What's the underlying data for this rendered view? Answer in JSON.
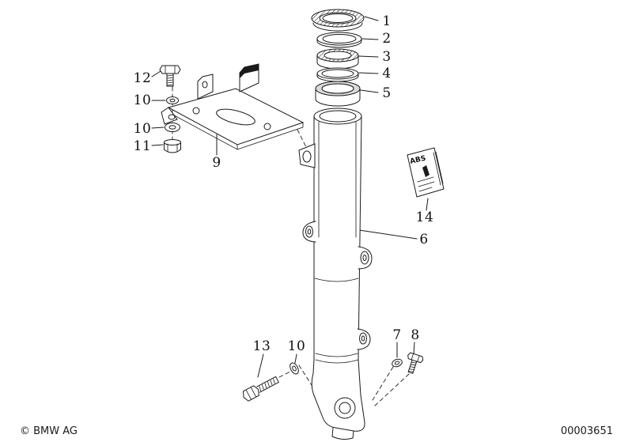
{
  "footer": {
    "copyright": "© BMW AG",
    "doc_number": "00003651"
  },
  "colors": {
    "line": "#1a1a1a",
    "background": "#ffffff"
  },
  "diagram": {
    "sticker": {
      "label": "ABS"
    },
    "callouts": [
      {
        "label": "1"
      },
      {
        "label": "2"
      },
      {
        "label": "3"
      },
      {
        "label": "4"
      },
      {
        "label": "5"
      },
      {
        "label": "6"
      },
      {
        "label": "7"
      },
      {
        "label": "8"
      },
      {
        "label": "9"
      },
      {
        "label": "10"
      },
      {
        "label": "10"
      },
      {
        "label": "10"
      },
      {
        "label": "11"
      },
      {
        "label": "12"
      },
      {
        "label": "13"
      },
      {
        "label": "14"
      }
    ]
  }
}
